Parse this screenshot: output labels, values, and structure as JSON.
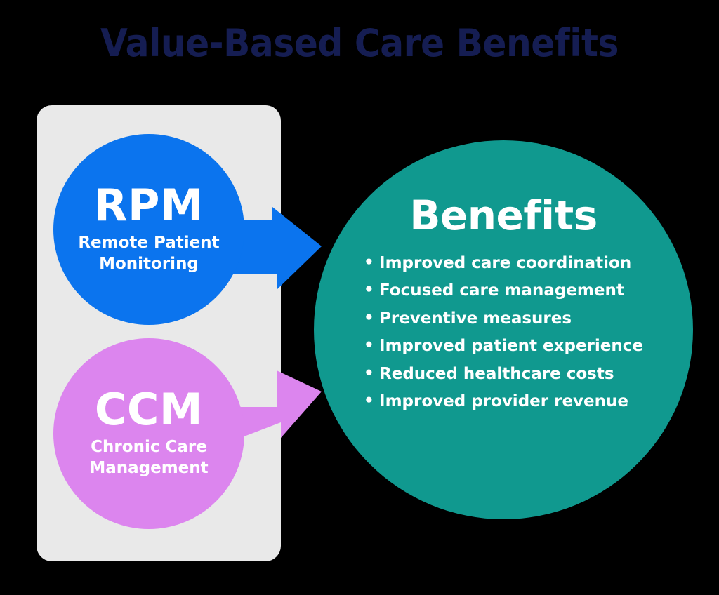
{
  "title": "Value-Based Care Benefits",
  "colors": {
    "background": "#000000",
    "title_text": "#151d52",
    "panel": "#e9e9e9",
    "rpm": "#0b74ee",
    "ccm": "#dc85ee",
    "benefits": "#10998f",
    "white_text": "#ffffff"
  },
  "services": [
    {
      "abbr": "RPM",
      "description": "Remote Patient Monitoring",
      "color": "#0b74ee",
      "arrow_direction": "down-right"
    },
    {
      "abbr": "CCM",
      "description": "Chronic Care Management",
      "color": "#dc85ee",
      "arrow_direction": "up-right"
    }
  ],
  "benefits": {
    "heading": "Benefits",
    "items": [
      "Improved care coordination",
      "Focused care management",
      "Preventive measures",
      "Improved patient experience",
      "Reduced healthcare costs",
      "Improved provider revenue"
    ]
  }
}
